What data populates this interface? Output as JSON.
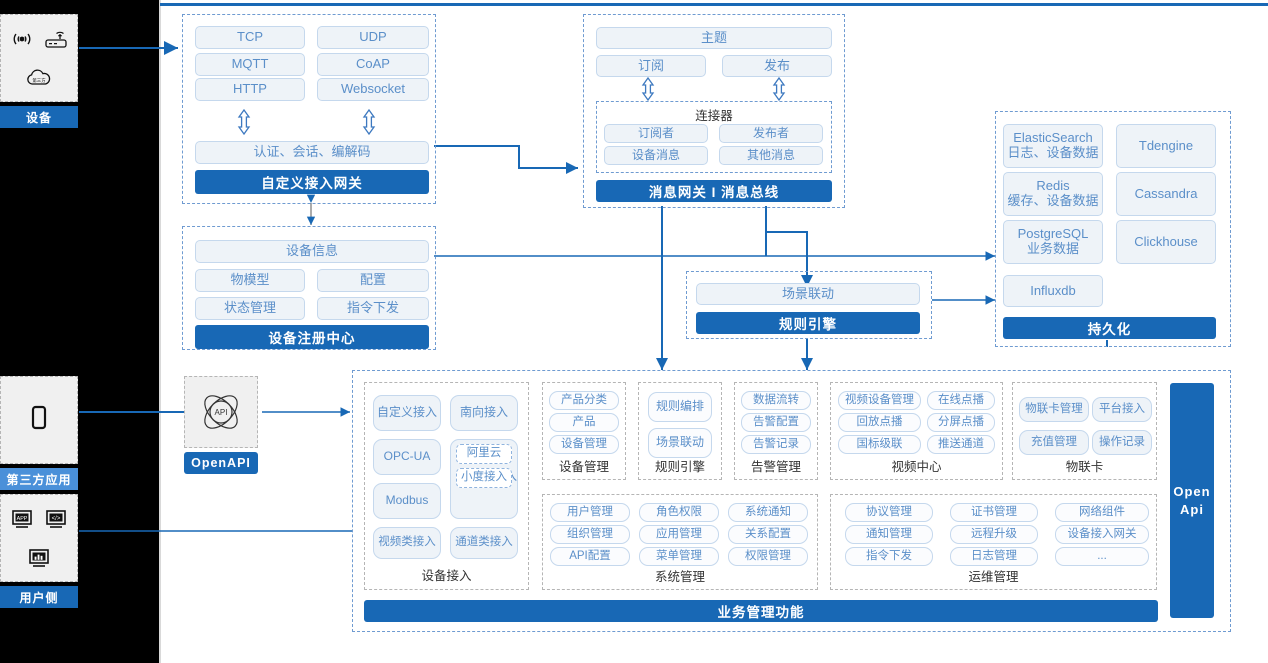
{
  "actors": [
    {
      "label": "设备",
      "icons": [
        "wifi-signal-icon",
        "router-icon",
        "cloud-icon"
      ]
    },
    {
      "label": "第三方应用",
      "icons": [
        "mobile-phone-icon"
      ]
    },
    {
      "label": "用户侧",
      "icons": [
        "app-screen-icon",
        "code-screen-icon",
        "chart-screen-icon"
      ]
    }
  ],
  "gateway": {
    "protocols": [
      "TCP",
      "UDP",
      "MQTT",
      "CoAP",
      "HTTP",
      "Websocket"
    ],
    "middle": "认证、会话、编解码",
    "title": "自定义接入网关"
  },
  "registry": {
    "head": "设备信息",
    "items": [
      "物模型",
      "配置",
      "状态管理",
      "指令下发"
    ],
    "title": "设备注册中心"
  },
  "message": {
    "topic": "主题",
    "sub": "订阅",
    "pub": "发布",
    "connector_title": "连接器",
    "connector_items": [
      "订阅者",
      "发布者",
      "设备消息",
      "其他消息"
    ],
    "title": "消息网关 I 消息总线"
  },
  "rule": {
    "scene": "场景联动",
    "title": "规则引擎"
  },
  "persistence": {
    "stores": [
      {
        "name": "ElasticSearch",
        "desc": "日志、设备数据"
      },
      {
        "name": "Tdengine",
        "desc": ""
      },
      {
        "name": "Redis",
        "desc": "缓存、设备数据"
      },
      {
        "name": "Cassandra",
        "desc": ""
      },
      {
        "name": "PostgreSQL",
        "desc": "业务数据"
      },
      {
        "name": "Clickhouse",
        "desc": ""
      },
      {
        "name": "Influxdb",
        "desc": ""
      }
    ],
    "title": "持久化"
  },
  "openapi": {
    "label": "OpenAPI",
    "icon": "api-atom-icon"
  },
  "openapi_bar": {
    "line1": "Open",
    "line2": "Api"
  },
  "business": {
    "title": "业务管理功能",
    "device_access": {
      "caption": "设备接入",
      "items": [
        "自定义接入",
        "南向接入",
        "OPC-UA",
        "Modbus",
        "视频类接入",
        "通道类接入"
      ],
      "north": {
        "label": "北向接入",
        "nested": [
          "阿里云",
          "小度接入"
        ]
      }
    },
    "groups": [
      {
        "caption": "设备管理",
        "items": [
          "产品分类",
          "产品",
          "设备管理"
        ]
      },
      {
        "caption": "规则引擎",
        "items": [
          "规则编排",
          "场景联动"
        ]
      },
      {
        "caption": "告警管理",
        "items": [
          "数据流转",
          "告警配置",
          "告警记录"
        ]
      },
      {
        "caption": "视频中心",
        "items": [
          "视频设备管理",
          "在线点播",
          "回放点播",
          "分屏点播",
          "国标级联",
          "推送通道"
        ]
      },
      {
        "caption": "物联卡",
        "items": [
          "物联卡管理",
          "平台接入",
          "充值管理",
          "操作记录"
        ]
      },
      {
        "caption": "系统管理",
        "items": [
          "用户管理",
          "角色权限",
          "系统通知",
          "组织管理",
          "应用管理",
          "关系配置",
          "API配置",
          "菜单管理",
          "权限管理"
        ]
      },
      {
        "caption": "运维管理",
        "items": [
          "协议管理",
          "证书管理",
          "网络组件",
          "通知管理",
          "远程升级",
          "设备接入网关",
          "指令下发",
          "日志管理",
          "..."
        ]
      }
    ]
  },
  "colors": {
    "accent": "#1868b5",
    "pill_text": "#5b8fc9",
    "pill_bg": "#eef3f8",
    "pill_border": "#c5d8ed",
    "dash_border": "#6f9bd1",
    "rail_bg": "#000000"
  }
}
